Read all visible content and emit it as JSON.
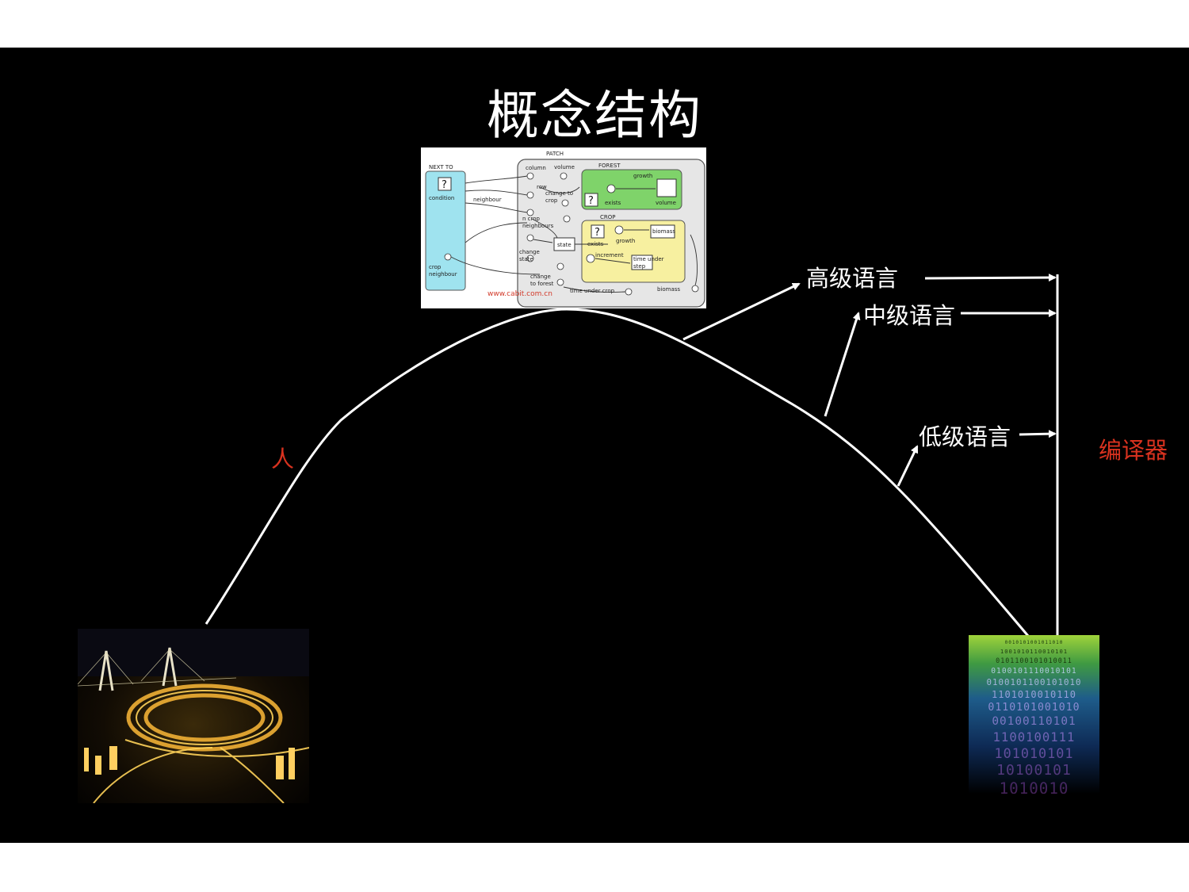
{
  "title": "概念结构",
  "labels": {
    "human": "人",
    "high_level": "高级语言",
    "mid_level": "中级语言",
    "low_level": "低级语言",
    "compiler": "编译器"
  },
  "diagram_thumbnail": {
    "patch": "PATCH",
    "next_to": "NEXT TO",
    "forest": "FOREST",
    "crop": "CROP",
    "condition": "condition",
    "neighbour": "neighbour",
    "crop_neighbour": "crop neighbour",
    "column": "column",
    "volume": "volume",
    "row": "row",
    "change_to_crop": "change to crop",
    "n_crop_neighbours": "n crop neighbours",
    "change_state": "change state",
    "state": "state",
    "change_to_forest": "change to forest",
    "growth": "growth",
    "exists": "exists",
    "biomass": "biomass",
    "increment": "increment",
    "time_under_step": "time under step",
    "time_under_crop": "time under crop",
    "url": "www.cabit.com.cn"
  },
  "binary_rows": [
    "0010101001011010",
    "1001010110010101",
    "0101100101010011",
    "0100101110010101",
    "0100101100101010",
    "1101010010110",
    "0110101001010",
    "00100110101",
    "1100100111",
    "101010101",
    "10100101",
    "1010010"
  ],
  "colors": {
    "background": "#000000",
    "text": "#ffffff",
    "accent_red": "#d8321f",
    "forest_green": "#7fd36a",
    "crop_yellow": "#f7f0a0",
    "next_to_cyan": "#9fe3ef"
  }
}
